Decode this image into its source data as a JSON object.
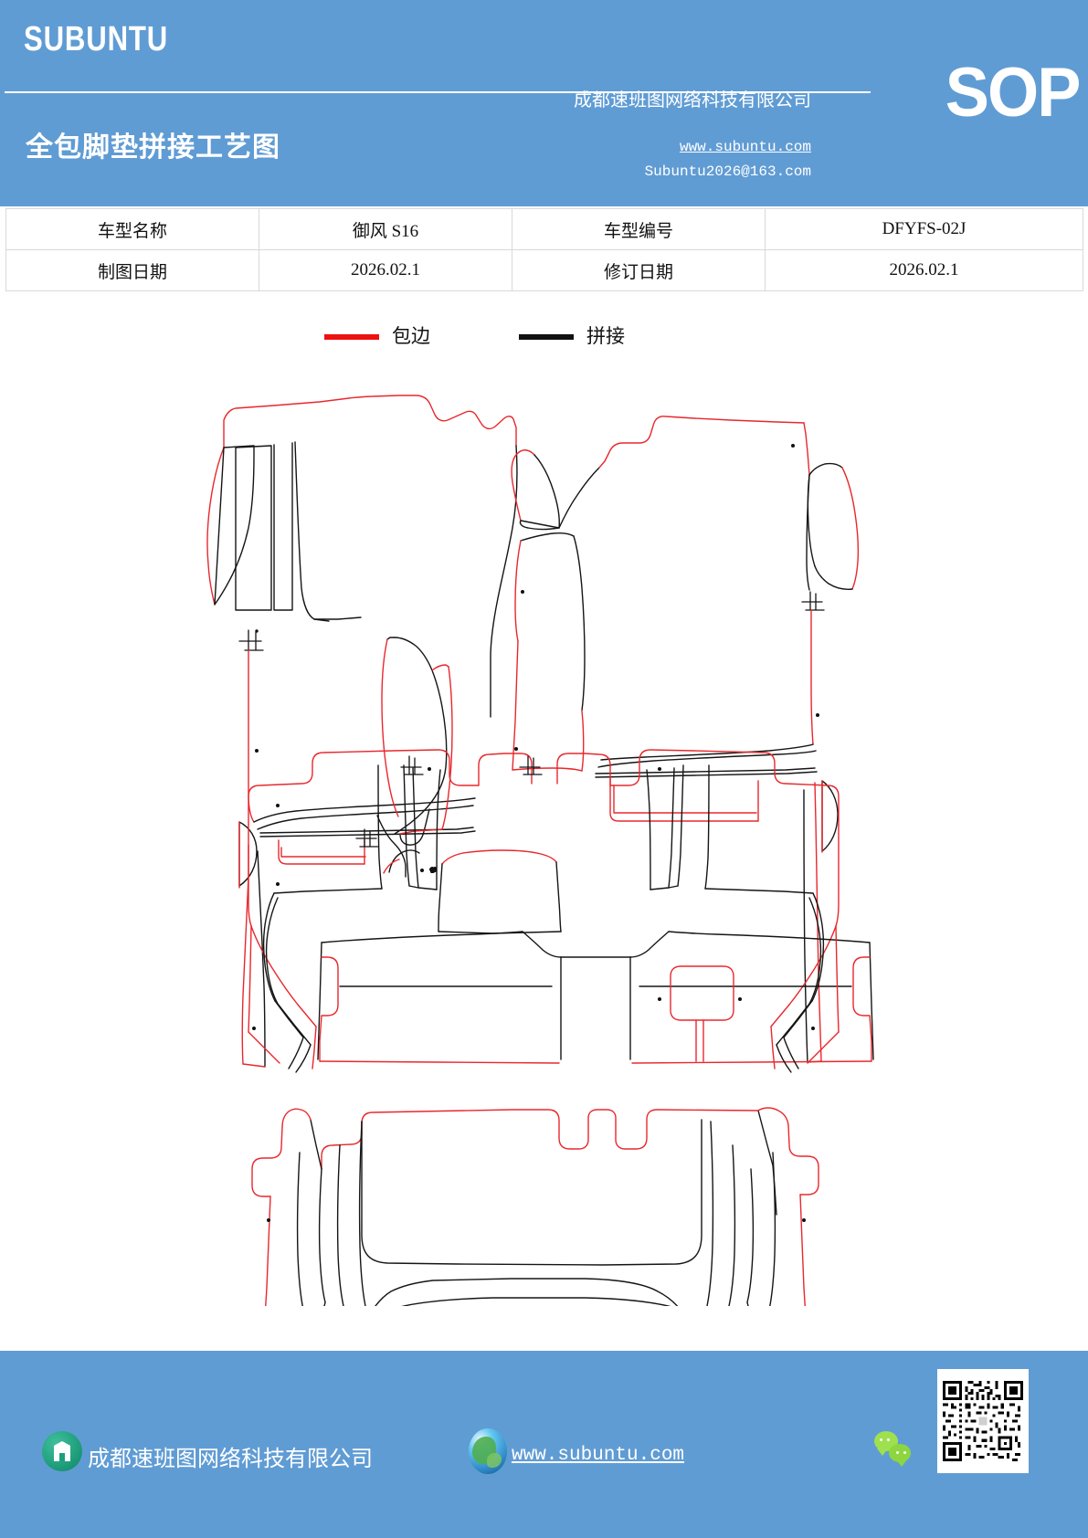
{
  "header": {
    "brand": "SUBUNTU",
    "doc_title": "全包脚垫拼接工艺图",
    "company": "成都速班图网络科技有限公司",
    "sop_badge": "SOP",
    "website": "www.subuntu.com",
    "email": "Subuntu2026@163.com",
    "bg_color": "#609cd4"
  },
  "info_table": {
    "rows": [
      {
        "label1": "车型名称",
        "value1": "御风 S16",
        "label2": "车型编号",
        "value2": "DFYFS-02J"
      },
      {
        "label1": "制图日期",
        "value1": "2026.02.1",
        "label2": "修订日期",
        "value2": "2026.02.1"
      }
    ]
  },
  "legend": {
    "items": [
      {
        "label": "包边",
        "color": "#ee1111",
        "name": "binding-edge"
      },
      {
        "label": "拼接",
        "color": "#111111",
        "name": "seam-joint"
      }
    ]
  },
  "drawing": {
    "title": "全包脚垫拼接工艺图",
    "pieces": [
      {
        "name": "front-left-mat",
        "group": "row-1"
      },
      {
        "name": "front-right-mat",
        "group": "row-1"
      },
      {
        "name": "second-row-mat",
        "group": "row-2"
      },
      {
        "name": "rear-trunk-mat",
        "group": "row-3"
      }
    ],
    "line_colors": {
      "binding": "#e8282d",
      "seam": "#151515",
      "highlight": "#45c3e8"
    }
  },
  "footer": {
    "company": "成都速班图网络科技有限公司",
    "website": "www.subuntu.com",
    "bg_color": "#609cd4",
    "icons": {
      "company": "building-icon",
      "web": "globe-icon",
      "social": "wechat-icon",
      "code": "qr-code"
    }
  }
}
